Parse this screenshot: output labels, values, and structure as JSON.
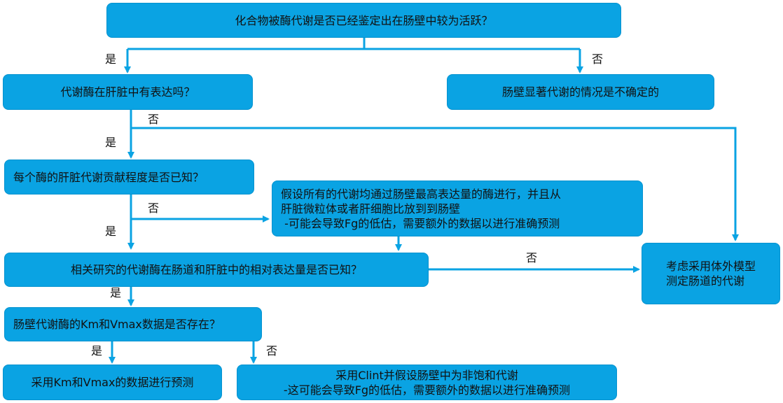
{
  "colors": {
    "box_fill": "#0aa3e3",
    "box_border": "#0592cf",
    "arrow": "#0aa3e3",
    "text": "#111111"
  },
  "nodes": {
    "q_gut_active": "化合物被酶代谢是否已经鉴定出在肠壁中较为活跃？",
    "q_liver_expressed": "代谢酶在肝脏中有表达吗？",
    "r_uncertain": "肠壁显著代谢的情况是不确定的",
    "q_fraction_known": "每个酶的肝脏代谢贡献程度是否已知？",
    "a_assume": {
      "line1": "假设所有的代谢均通过肠壁最高表达量的酶进行，并且从",
      "line2": "肝脏微粒体或者肝细胞比放到到肠壁",
      "line3": " -可能会导致Fg的低估，需要额外的数据以进行准确预测"
    },
    "q_relative_expr": "相关研究的代谢酶在肠道和肝脏中的相对表达量是否已知？",
    "r_in_vitro": {
      "line1": "考虑采用体外模型",
      "line2": "测定肠道的代谢"
    },
    "q_km_vmax": "肠壁代谢酶的Km和Vmax数据是否存在？",
    "r_use_km_vmax": "采用Km和Vmax的数据进行预测",
    "r_clint": {
      "line1": "采用Clint并假设肠壁中为非饱和代谢",
      "line2": "-这可能会导致Fg的低估，需要额外的数据以进行准确预测"
    }
  },
  "labels": {
    "yes": "是",
    "no": "否"
  }
}
